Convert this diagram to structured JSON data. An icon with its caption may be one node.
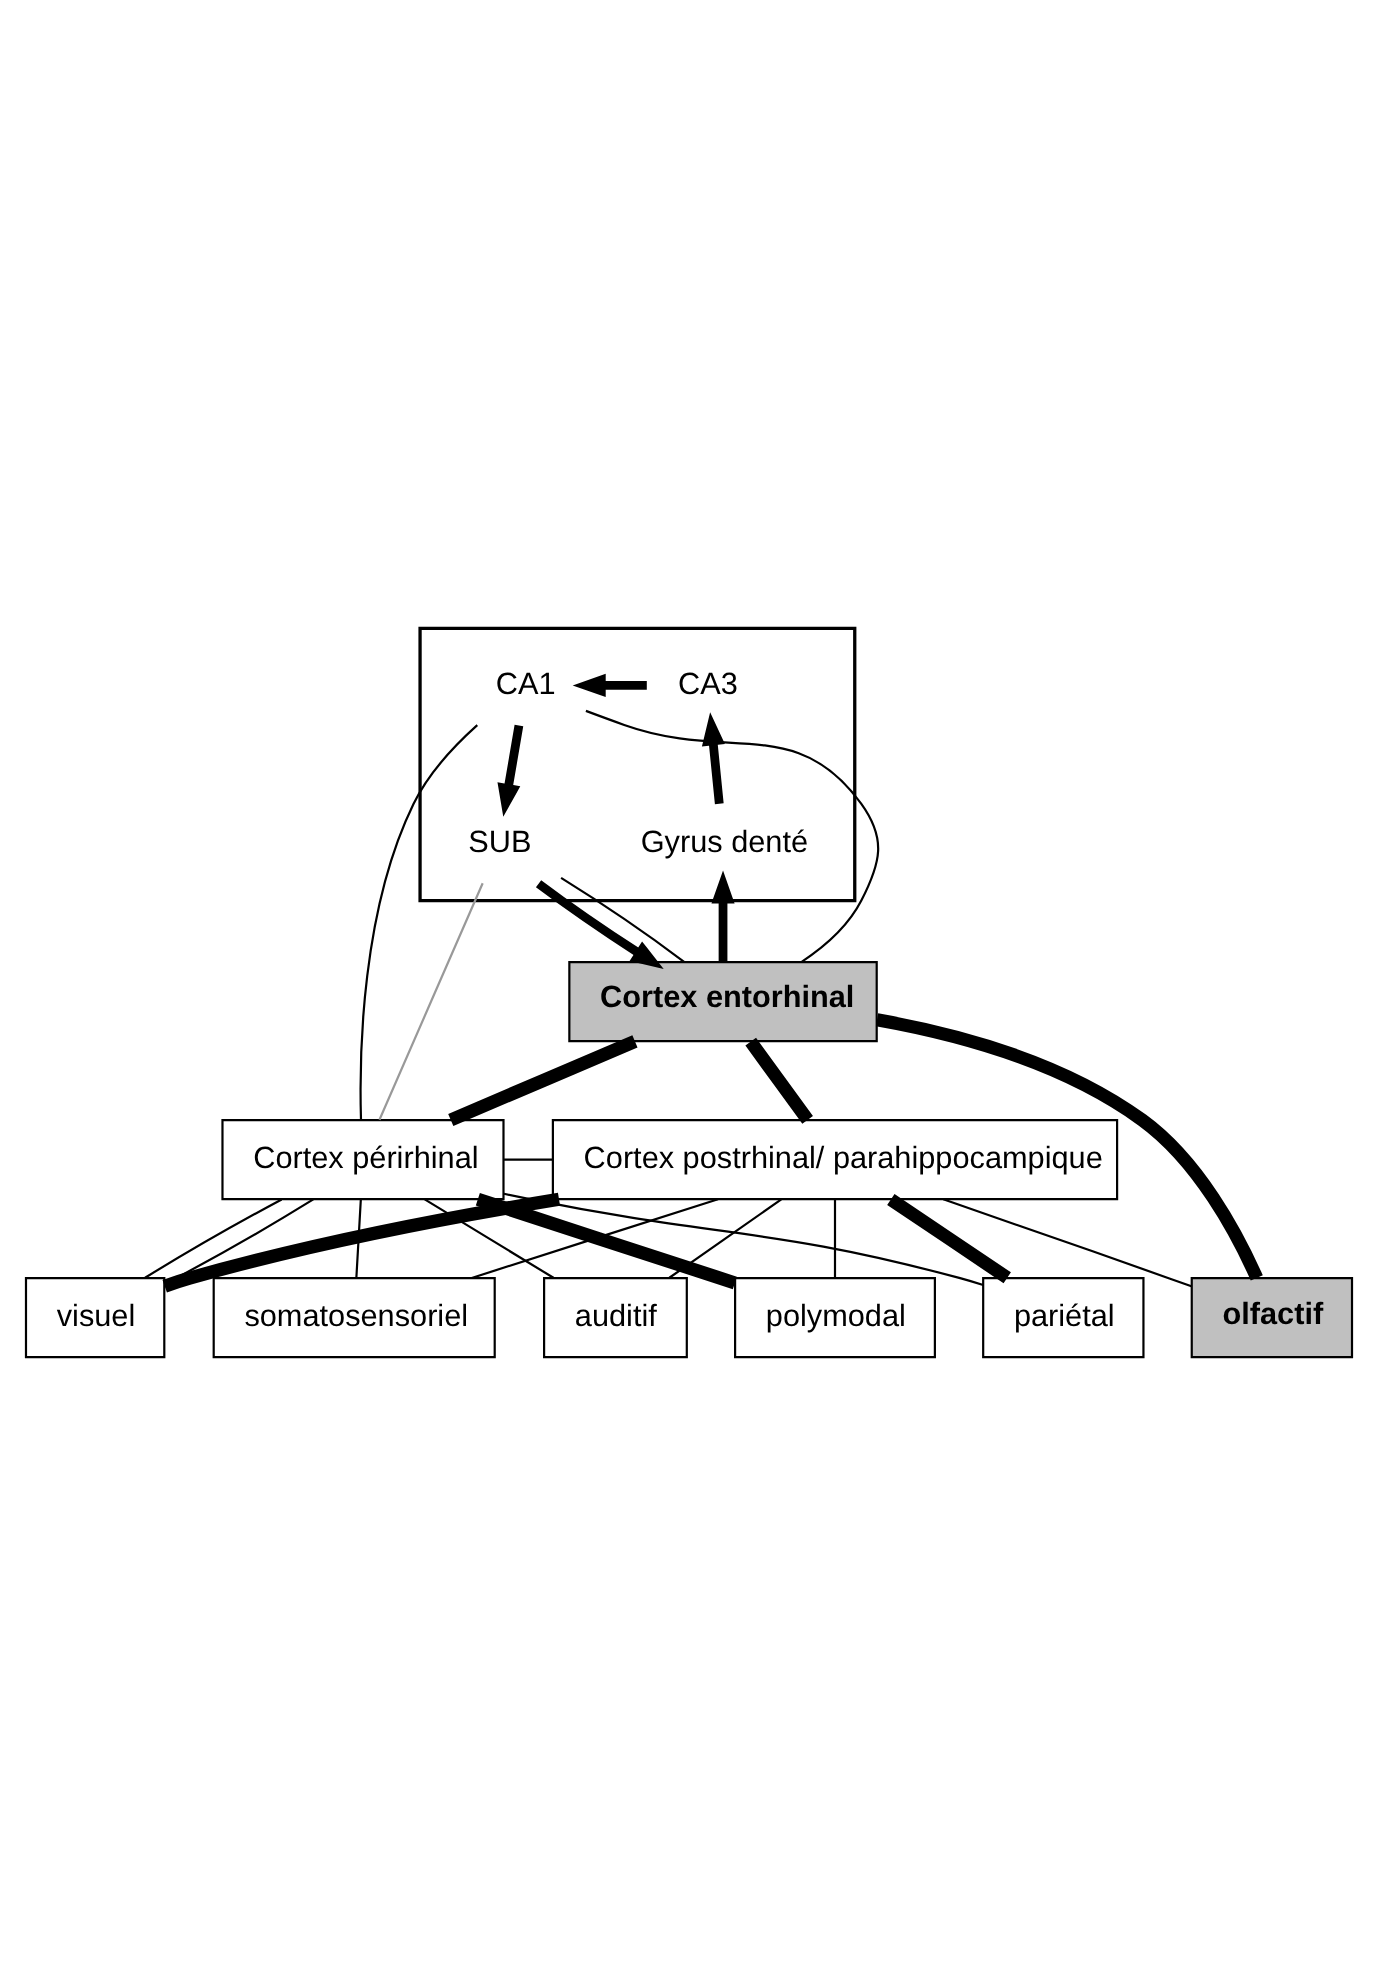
{
  "diagram": {
    "nodes": [
      {
        "text": [],
        "shape": "box"
      },
      {
        "text": [
          "CA3"
        ],
        "in": 0
      },
      {
        "text": [
          "CA1"
        ],
        "in": 0
      },
      {
        "text": [
          "Gyrus denté"
        ],
        "in": 0
      },
      {
        "text": [
          "SUB"
        ],
        "in": 0
      },
      {
        "text": [
          "Cortex entorhinal"
        ]
      },
      {
        "text": [
          "Cortex périrhinal"
        ]
      },
      {
        "text": [
          "Cortex postrhinal/ parahippocampique"
        ]
      },
      {
        "text": [
          "visuel"
        ]
      },
      {
        "text": [
          "polymodal"
        ]
      },
      {
        "text": [
          "olfactif"
        ]
      },
      {
        "text": [
          "pariétal"
        ]
      },
      {
        "text": [
          "somatosensoriel"
        ]
      },
      {
        "text": [
          "auditif"
        ]
      }
    ],
    "edges": [
      {
        "from": 3,
        "to": 1,
        "arrow": "to",
        "style": "thick"
      },
      {
        "from": 1,
        "to": 2,
        "arrow": "to",
        "style": "thick"
      },
      {
        "from": 2,
        "to": 4,
        "arrow": "to",
        "style": "thick"
      },
      {
        "from": 4,
        "to": 5,
        "arrow": "to",
        "style": "thick"
      },
      {
        "from": 5,
        "to": 3,
        "arrow": "to",
        "style": "thick"
      },
      {
        "from": 5,
        "to": 2,
        "arrow": "none"
      },
      {
        "from": 5,
        "to": 4,
        "arrow": "none"
      },
      {
        "from": 6,
        "to": 2,
        "arrow": "none"
      },
      {
        "from": 6,
        "to": 4,
        "arrow": "none",
        "color": "#999999"
      },
      {
        "from": 5,
        "to": 6,
        "arrow": "none",
        "style": "thick"
      },
      {
        "from": 5,
        "to": 7,
        "arrow": "none",
        "style": "thick"
      },
      {
        "from": 6,
        "to": 7,
        "arrow": "none"
      },
      {
        "from": 5,
        "to": 10,
        "arrow": "none",
        "style": "thick"
      },
      {
        "from": 6,
        "to": 8,
        "arrow": "none"
      },
      {
        "from": 6,
        "to": 8,
        "arrow": "none"
      },
      {
        "from": 6,
        "to": 9,
        "arrow": "none",
        "style": "thick"
      },
      {
        "from": 6,
        "to": 11,
        "arrow": "none"
      },
      {
        "from": 6,
        "to": 12,
        "arrow": "none"
      },
      {
        "from": 6,
        "to": 13,
        "arrow": "none"
      },
      {
        "from": 7,
        "to": 8,
        "arrow": "none",
        "style": "thick"
      },
      {
        "from": 7,
        "to": 9,
        "arrow": "none"
      },
      {
        "from": 7,
        "to": 10,
        "arrow": "none"
      },
      {
        "from": 7,
        "to": 11,
        "arrow": "none",
        "style": "thick"
      },
      {
        "from": 7,
        "to": 12,
        "arrow": "none"
      },
      {
        "from": 7,
        "to": 13,
        "arrow": "none"
      }
    ]
  }
}
